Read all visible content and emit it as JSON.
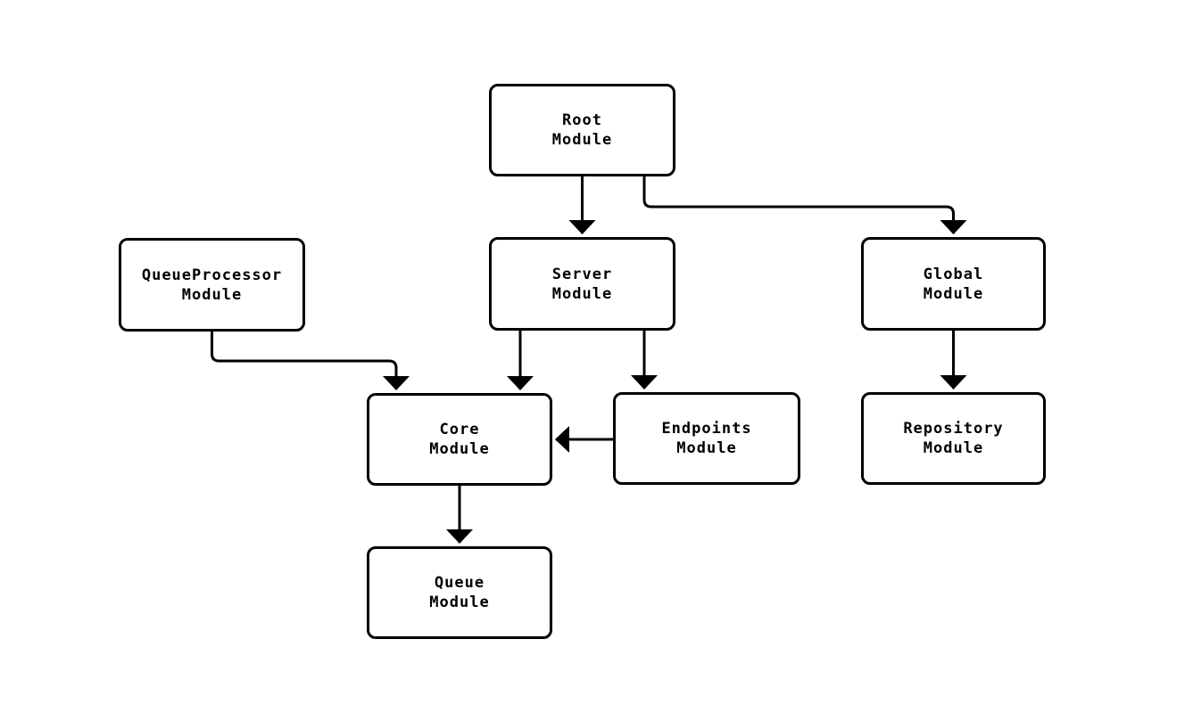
{
  "diagram": {
    "type": "module-dependency-graph",
    "background": "#ffffff",
    "colors": {
      "node_fill": "#ffffff",
      "node_border": "#000000",
      "edge": "#000000",
      "text": "#000000"
    },
    "nodes": [
      {
        "id": "root",
        "label": "Root\nModule"
      },
      {
        "id": "server",
        "label": "Server\nModule"
      },
      {
        "id": "queueprocessor",
        "label": "QueueProcessor\nModule"
      },
      {
        "id": "global",
        "label": "Global\nModule"
      },
      {
        "id": "core",
        "label": "Core\nModule"
      },
      {
        "id": "endpoints",
        "label": "Endpoints\nModule"
      },
      {
        "id": "repository",
        "label": "Repository\nModule"
      },
      {
        "id": "queue",
        "label": "Queue\nModule"
      }
    ],
    "edges": [
      {
        "from": "root",
        "to": "server"
      },
      {
        "from": "root",
        "to": "global"
      },
      {
        "from": "queueprocessor",
        "to": "core"
      },
      {
        "from": "server",
        "to": "core"
      },
      {
        "from": "server",
        "to": "endpoints"
      },
      {
        "from": "endpoints",
        "to": "core"
      },
      {
        "from": "global",
        "to": "repository"
      },
      {
        "from": "core",
        "to": "queue"
      }
    ]
  }
}
